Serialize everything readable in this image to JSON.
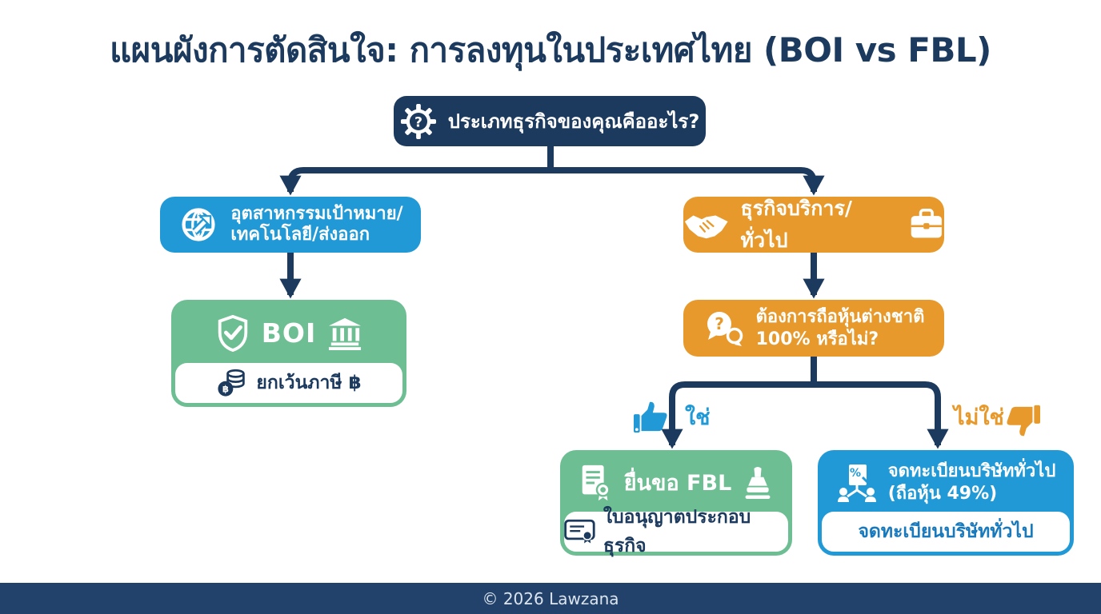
{
  "title": "แผนผังการตัดสินใจ: การลงทุนในประเทศไทย (BOI vs FBL)",
  "root": {
    "icon": "gear-question-icon",
    "question": "ประเภทธุรกิจของคุณคืออะไร?"
  },
  "branches": {
    "left": {
      "icon": "globe-arrow-icon",
      "label_line1": "อุตสาหกรรมเป้าหมาย/",
      "label_line2": "เทคโนโลยี/ส่งออก"
    },
    "right": {
      "icon_left": "handshake-icon",
      "label": "ธุรกิจบริการ/ทั่วไป",
      "icon_right": "briefcase-icon"
    }
  },
  "boi": {
    "icon_left": "shield-check-icon",
    "label": "BOI",
    "icon_right": "bank-icon",
    "benefit_icon": "coins-baht-icon",
    "benefit": "ยกเว้นภาษี ฿"
  },
  "decision2": {
    "icon": "chat-question-icon",
    "question_line1": "ต้องการถือหุ้นต่างชาติ",
    "question_line2": "100% หรือไม่?",
    "yes_label": "ใช่",
    "yes_icon": "thumbs-up-icon",
    "no_label": "ไม่ใช่",
    "no_icon": "thumbs-down-icon"
  },
  "fbl": {
    "icon_left": "document-seal-icon",
    "label": "ยื่นขอ FBL",
    "icon_right": "stamp-icon",
    "result_icon": "certificate-icon",
    "result": "ใบอนุญาตประกอบธุรกิจ"
  },
  "register": {
    "icon": "org-chart-percent-icon",
    "label_line1": "จดทะเบียนบริษัททั่วไป",
    "label_line2": "(ถือหุ้น 49%)",
    "result": "จดทะเบียนบริษัททั่วไป"
  },
  "footer": {
    "copyright": "© 2026 Lawzana"
  },
  "colors": {
    "navy": "#1C3A5E",
    "blue": "#2099D6",
    "orange": "#E8992B",
    "green": "#6DBE92",
    "footer_bg": "#23426B"
  }
}
